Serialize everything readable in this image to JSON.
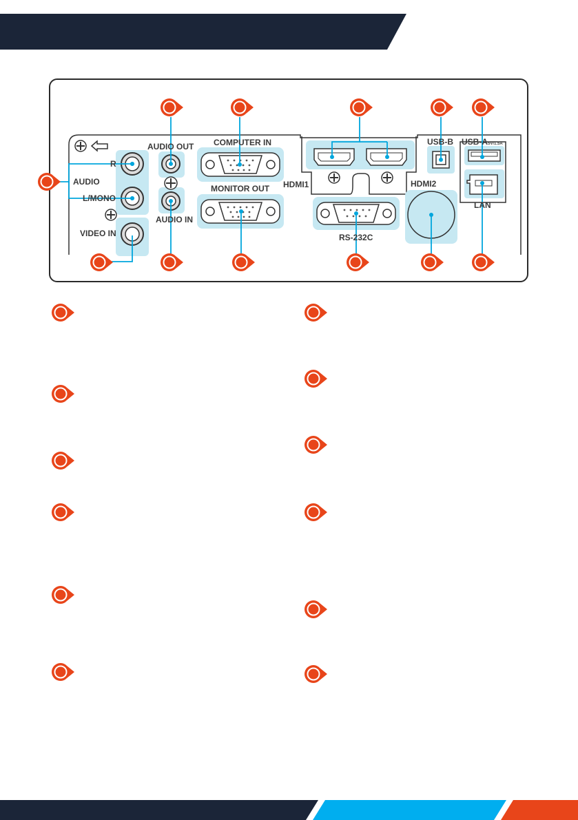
{
  "colors": {
    "header": "#1b2538",
    "accent_orange": "#e8451a",
    "accent_blue": "#00aeef",
    "port_highlight": "#c6e8f2",
    "leader_line": "#00a6dd"
  },
  "diagram": {
    "labels": {
      "audio_out": "AUDIO OUT",
      "computer_in": "COMPUTER IN",
      "usb_b": "USB-B",
      "usb_a": "USB-A",
      "usb_a_rating": "5V/1.5A",
      "audio": "AUDIO",
      "r": "R",
      "l_mono": "L/MONO",
      "audio_in": "AUDIO IN",
      "monitor_out": "MONITOR OUT",
      "hdmi1": "HDMI1",
      "hdmi2": "HDMI2",
      "lan": "LAN",
      "video_in": "VIDEO IN",
      "rs232c": "RS-232C"
    }
  },
  "icons": [
    "screw-icon",
    "arrow-left-icon",
    "callout-marker-icon"
  ]
}
